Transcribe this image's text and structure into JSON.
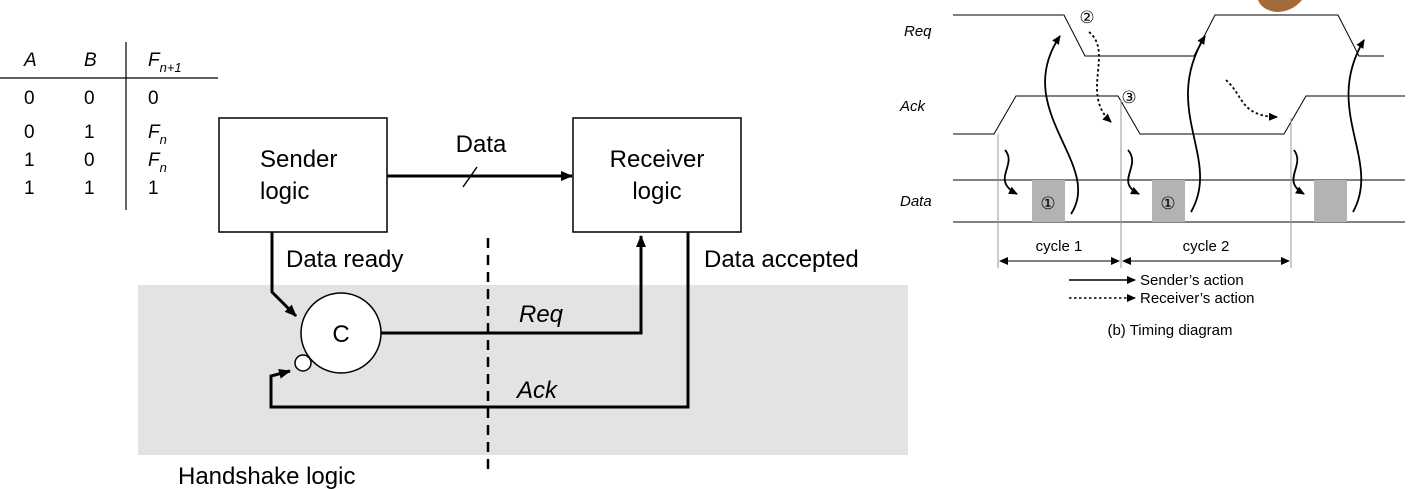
{
  "truth_table": {
    "headers": {
      "a": "A",
      "b": "B",
      "f_base": "F",
      "f_sub": "n+1"
    },
    "rows": [
      {
        "a": "0",
        "b": "0",
        "f_base": "0",
        "f_sub": ""
      },
      {
        "a": "0",
        "b": "1",
        "f_base": "F",
        "f_sub": "n"
      },
      {
        "a": "1",
        "b": "0",
        "f_base": "F",
        "f_sub": "n"
      },
      {
        "a": "1",
        "b": "1",
        "f_base": "1",
        "f_sub": ""
      }
    ]
  },
  "block_diagram": {
    "sender": [
      "Sender",
      "logic"
    ],
    "receiver": [
      "Receiver",
      "logic"
    ],
    "data_label": "Data",
    "data_ready": "Data ready",
    "data_accepted": "Data accepted",
    "c_element": "C",
    "req": "Req",
    "ack": "Ack",
    "handshake": "Handshake logic",
    "colors": {
      "shaded_region": "#e3e3e3",
      "line": "#000000"
    }
  },
  "timing": {
    "signals": {
      "req": "Req",
      "ack": "Ack",
      "data": "Data"
    },
    "markers": {
      "m1": "①",
      "m2": "②",
      "m3": "③"
    },
    "cycles": [
      "cycle 1",
      "cycle 2"
    ],
    "legend": {
      "sender": "Sender’s action",
      "receiver": "Receiver’s action"
    },
    "caption": "(b) Timing diagram",
    "colors": {
      "data_valid": "#b3b3b3",
      "grid": "#999999"
    }
  }
}
